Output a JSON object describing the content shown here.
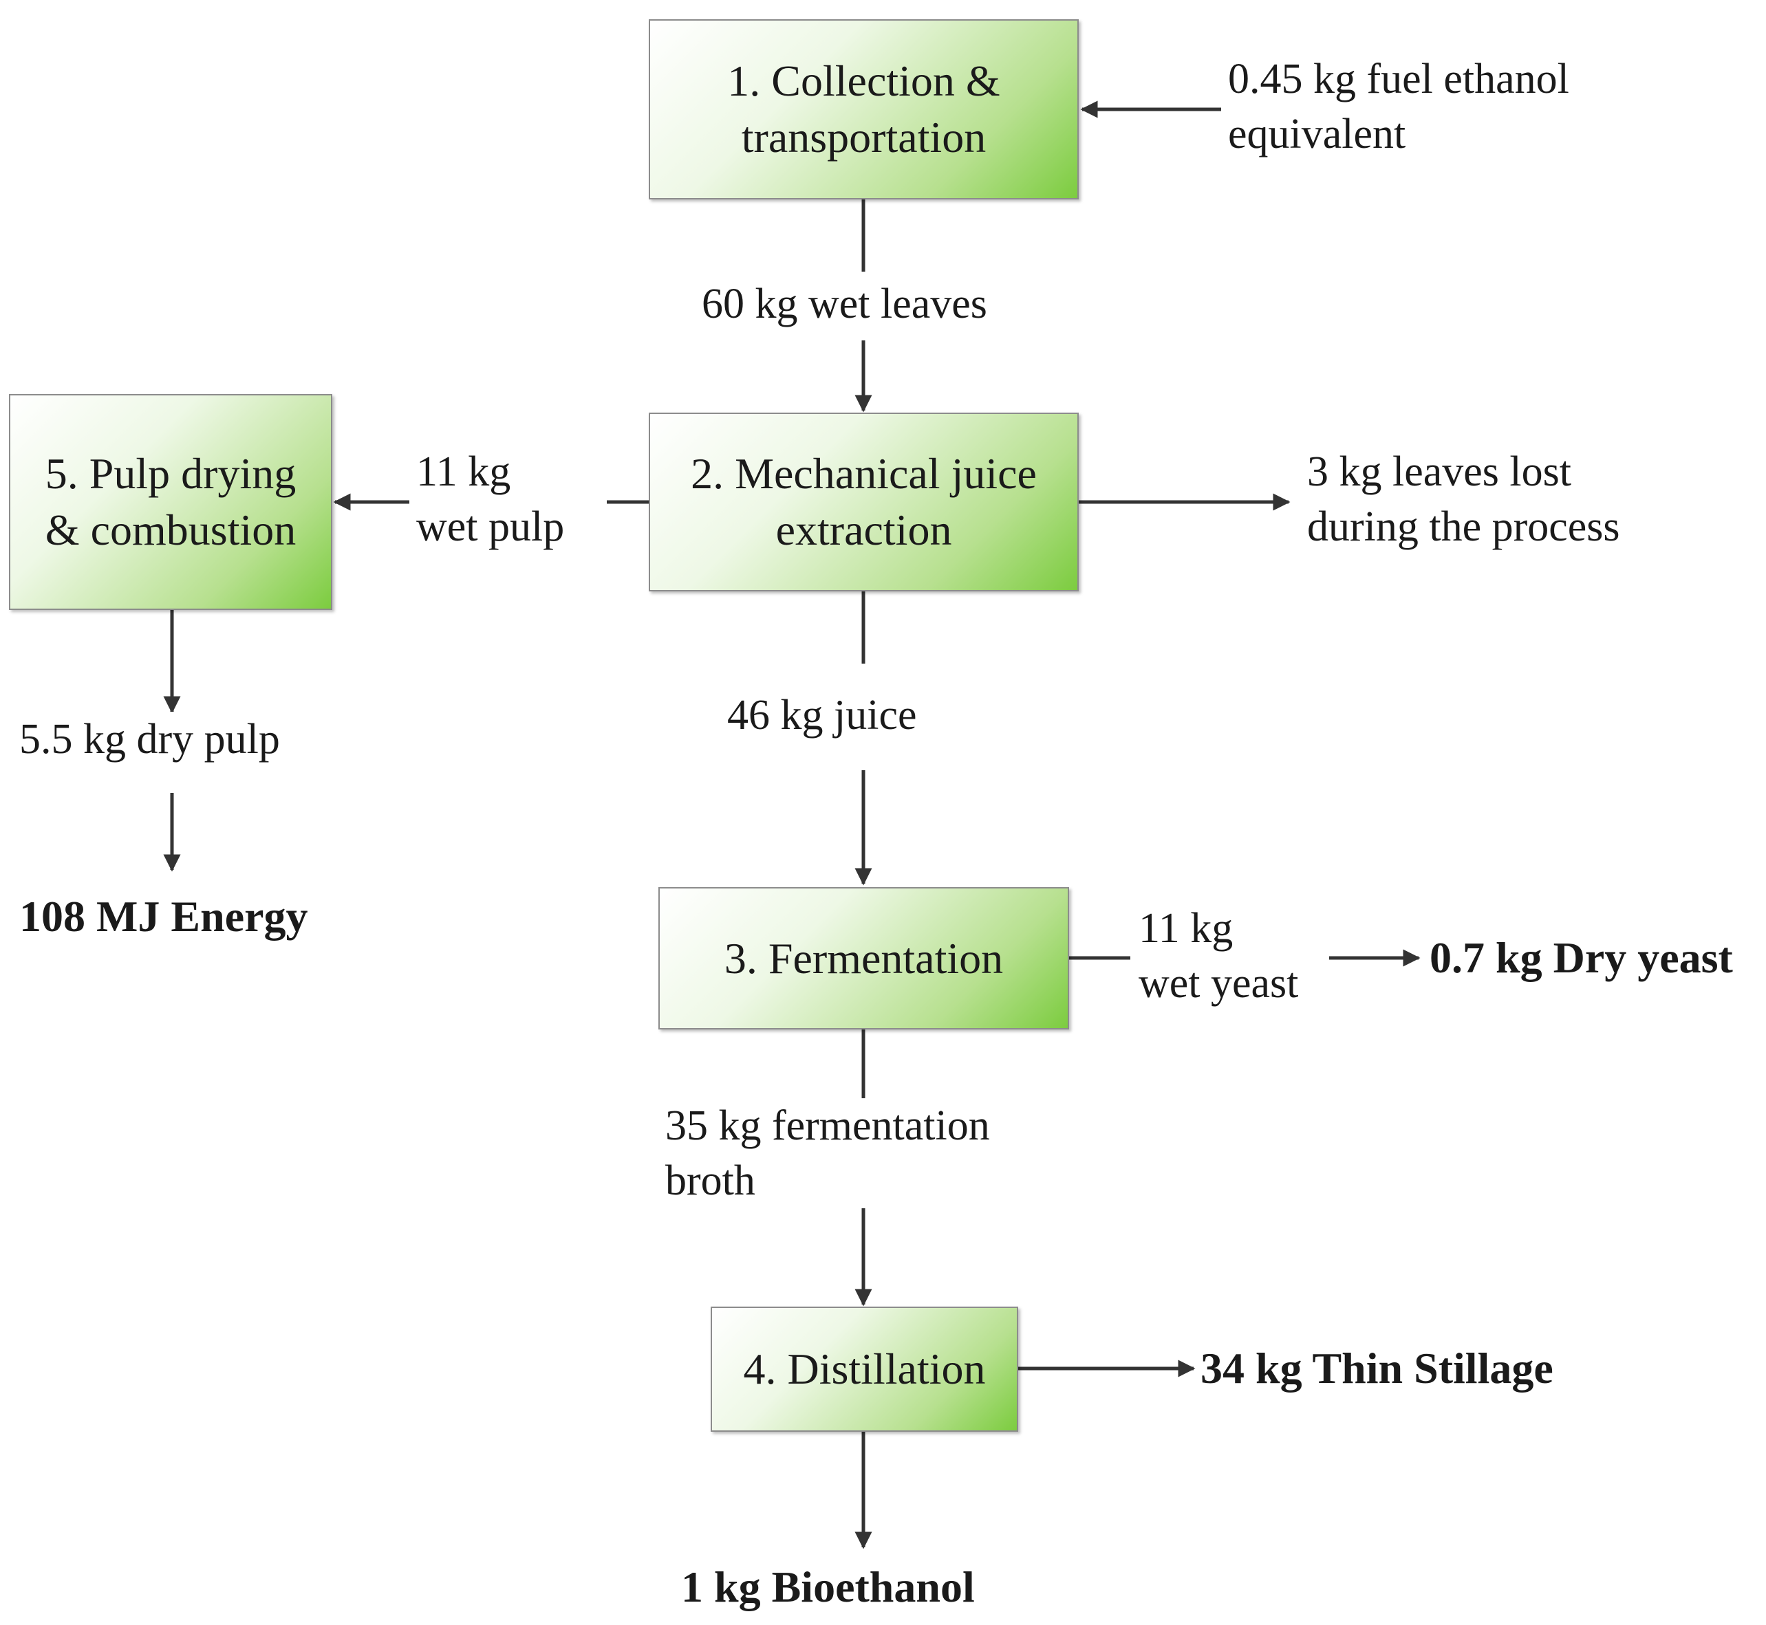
{
  "colors": {
    "box_fill_start": "#ffffff",
    "box_fill_end": "#7ccc3f",
    "box_border": "#8c8c8c",
    "arrow": "#333333"
  },
  "boxes": {
    "collection": "1. Collection &\ntransportation",
    "extraction": "2. Mechanical juice\nextraction",
    "fermentation": "3. Fermentation",
    "distillation": "4. Distillation",
    "pulp": "5. Pulp drying\n& combustion"
  },
  "flows": {
    "fuel_input": "0.45 kg fuel ethanol\nequivalent",
    "wet_leaves": "60 kg wet leaves",
    "wet_pulp": "11 kg\nwet pulp",
    "leaves_lost": "3 kg leaves lost\nduring the process",
    "juice": "46 kg juice",
    "dry_pulp": "5.5 kg dry pulp",
    "wet_yeast": "11 kg\nwet yeast",
    "broth": "35 kg fermentation\nbroth"
  },
  "outputs": {
    "energy": "108 MJ Energy",
    "dry_yeast": "0.7 kg Dry yeast",
    "stillage": "34 kg Thin Stillage",
    "bioethanol": "1 kg Bioethanol"
  }
}
